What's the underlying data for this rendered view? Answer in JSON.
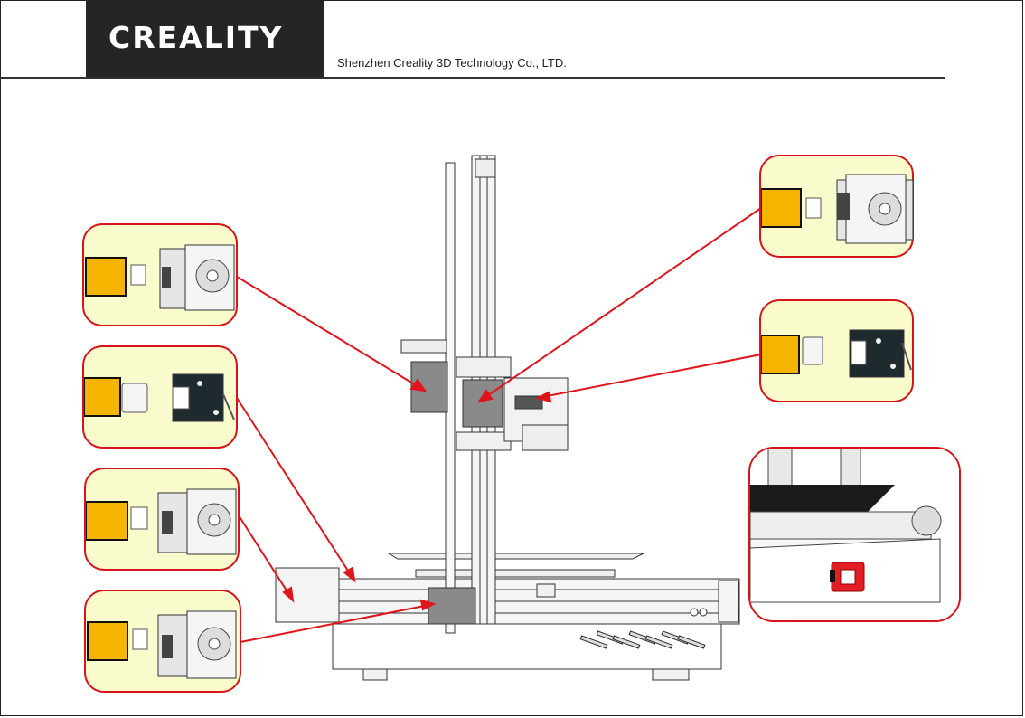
{
  "header": {
    "brand": "CREALITY",
    "company": "Shenzhen Creality 3D Technology Co., LTD."
  },
  "colors": {
    "callout_fill": "#fafbcc",
    "callout_border": "#d6141a",
    "connector_fill": "#f5b400",
    "arrow": "#e0151b",
    "logo_bg": "#252525"
  },
  "callouts": [
    {
      "id": "callout-top-right",
      "icon": "stepper-motor-icon"
    },
    {
      "id": "callout-mid-right",
      "icon": "limit-switch-icon"
    },
    {
      "id": "callout-left-1",
      "icon": "stepper-motor-icon"
    },
    {
      "id": "callout-left-2",
      "icon": "limit-switch-icon"
    },
    {
      "id": "callout-left-3",
      "icon": "stepper-motor-icon"
    },
    {
      "id": "callout-left-4",
      "icon": "stepper-motor-icon"
    }
  ],
  "detail_photo": {
    "icon": "power-socket-icon"
  }
}
